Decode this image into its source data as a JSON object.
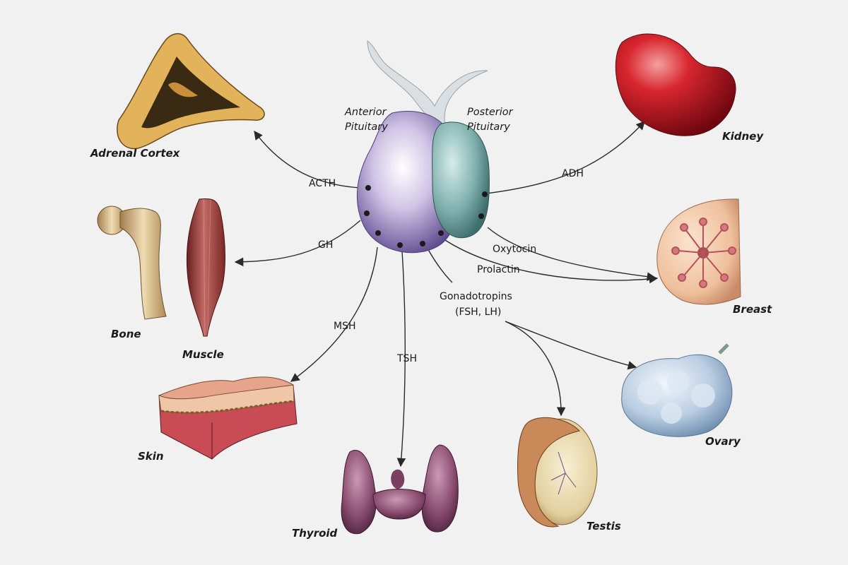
{
  "gland_labels": {
    "anterior_line1": "Anterior",
    "anterior_line2": "Pituitary",
    "posterior_line1": "Posterior",
    "posterior_line2": "Pituitary"
  },
  "hormones": {
    "acth": "ACTH",
    "gh": "GH",
    "msh": "MSH",
    "tsh": "TSH",
    "adh": "ADH",
    "oxytocin": "Oxytocin",
    "prolactin": "Prolactin",
    "gonadotropins_line1": "Gonadotropins",
    "gonadotropins_line2": "(FSH, LH)"
  },
  "organs": {
    "adrenal_cortex": "Adrenal Cortex",
    "bone": "Bone",
    "muscle": "Muscle",
    "skin": "Skin",
    "thyroid": "Thyroid",
    "testis": "Testis",
    "ovary": "Ovary",
    "breast": "Breast",
    "kidney": "Kidney"
  },
  "colors": {
    "background": "#f1f1f1",
    "anterior_pituitary": "#8d7bb8",
    "posterior_pituitary": "#6f9e9c",
    "kidney": "#b3121c",
    "adrenal": "#d9a441",
    "muscle": "#9a3a38",
    "bone": "#d9bd8c",
    "thyroid": "#8a4a6e",
    "ovary": "#a9bfd6",
    "breast": "#e8b08c",
    "testis": "#e3d3a5",
    "skin": "#d88a76"
  }
}
